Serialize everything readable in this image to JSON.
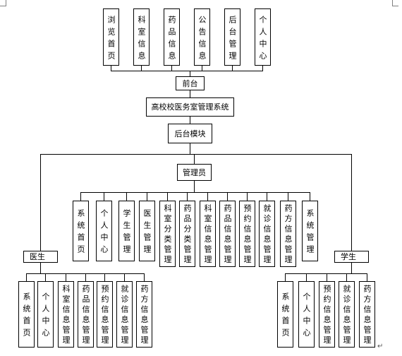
{
  "system": {
    "title": "高校校医务室管理系统"
  },
  "frontend": {
    "label": "前台",
    "modules": [
      "浏览首页",
      "科室信息",
      "药品信息",
      "公告信息",
      "后台管理",
      "个人中心"
    ]
  },
  "backend": {
    "label": "后台模块",
    "admin": {
      "label": "管理员",
      "modules": [
        "系统首页",
        "个人中心",
        "学生管理",
        "医生管理",
        "科室分类管理",
        "药品分类管理",
        "科室信息管理",
        "药品信息管理",
        "预约信息管理",
        "就诊信息管理",
        "药方信息管理",
        "系统管理"
      ]
    },
    "doctor": {
      "label": "医生",
      "modules": [
        "系统首页",
        "个人中心",
        "科室信息管理",
        "药品信息管理",
        "预约信息管理",
        "就诊信息管理",
        "药方信息管理"
      ]
    },
    "student": {
      "label": "学生",
      "modules": [
        "系统首页",
        "个人中心",
        "预约信息管理",
        "就诊信息管理",
        "药方信息管理"
      ]
    }
  },
  "page": {
    "paragraph_mark": "↵"
  }
}
